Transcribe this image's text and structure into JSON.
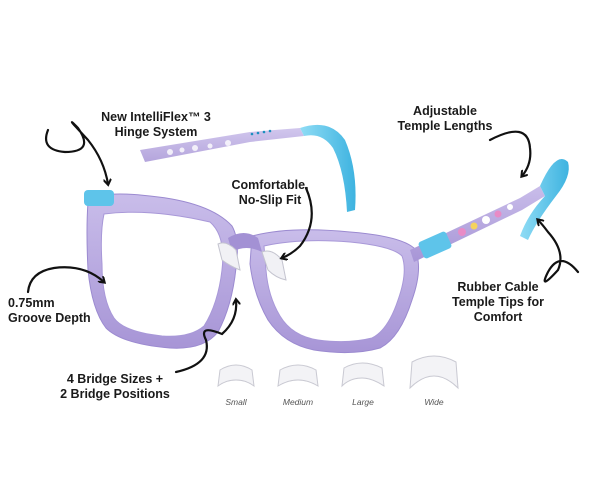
{
  "callouts": {
    "hinge": {
      "lines": [
        "New IntelliFlex™ 3",
        "Hinge System"
      ]
    },
    "fit": {
      "lines": [
        "Comfortable,",
        "No-Slip Fit"
      ]
    },
    "temple": {
      "lines": [
        "Adjustable",
        "Temple Lengths"
      ]
    },
    "groove": {
      "lines": [
        "0.75mm",
        "Groove Depth"
      ]
    },
    "tips": {
      "lines": [
        "Rubber Cable",
        "Temple Tips for",
        "Comfort"
      ]
    },
    "bridge": {
      "lines": [
        "4 Bridge Sizes +",
        "2 Bridge Positions"
      ]
    }
  },
  "bridge_sizes": [
    "Small",
    "Medium",
    "Large",
    "Wide"
  ],
  "colors": {
    "frame": "#b5a6dc",
    "frame_dark": "#8f7fc4",
    "temple_tip": "#5ec4ea",
    "text": "#1a1a1a",
    "arrow": "#111111"
  }
}
